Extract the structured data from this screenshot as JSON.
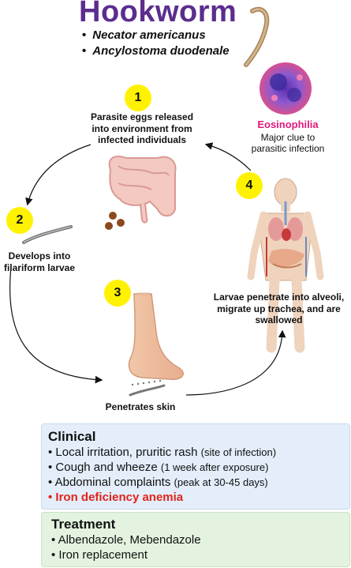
{
  "title": "Hookworm",
  "species": [
    "Necator americanus",
    "Ancylostoma duodenale"
  ],
  "eosinophilia": {
    "label": "Eosinophilia",
    "desc_line1": "Major clue to",
    "desc_line2": "parasitic infection"
  },
  "steps": [
    {
      "number": "1",
      "lines": [
        "Parasite eggs released",
        "into environment from",
        "infected individuals"
      ]
    },
    {
      "number": "2",
      "lines": [
        "Develops into",
        "filariform larvae"
      ]
    },
    {
      "number": "3",
      "lines": [
        "Penetrates skin"
      ]
    },
    {
      "number": "4",
      "lines": [
        "Larvae penetrate into alveoli,",
        "migrate up trachea, and are",
        "swallowed"
      ]
    }
  ],
  "clinical": {
    "heading": "Clinical",
    "items": [
      {
        "main": "Local irritation, pruritic rash",
        "note": "(site of infection)"
      },
      {
        "main": "Cough and wheeze",
        "note": "(1 week after exposure)"
      },
      {
        "main": "Abdominal complaints",
        "note": "(peak at 30-45 days)"
      },
      {
        "main": "Iron deficiency anemia",
        "note": ""
      }
    ]
  },
  "treatment": {
    "heading": "Treatment",
    "items": [
      "Albendazole, Mebendazole",
      "Iron replacement"
    ]
  },
  "colors": {
    "title": "#5b2d8e",
    "eosinophilia": "#e0197d",
    "highlight": "#e2231a",
    "number_badge": "#fff200"
  }
}
